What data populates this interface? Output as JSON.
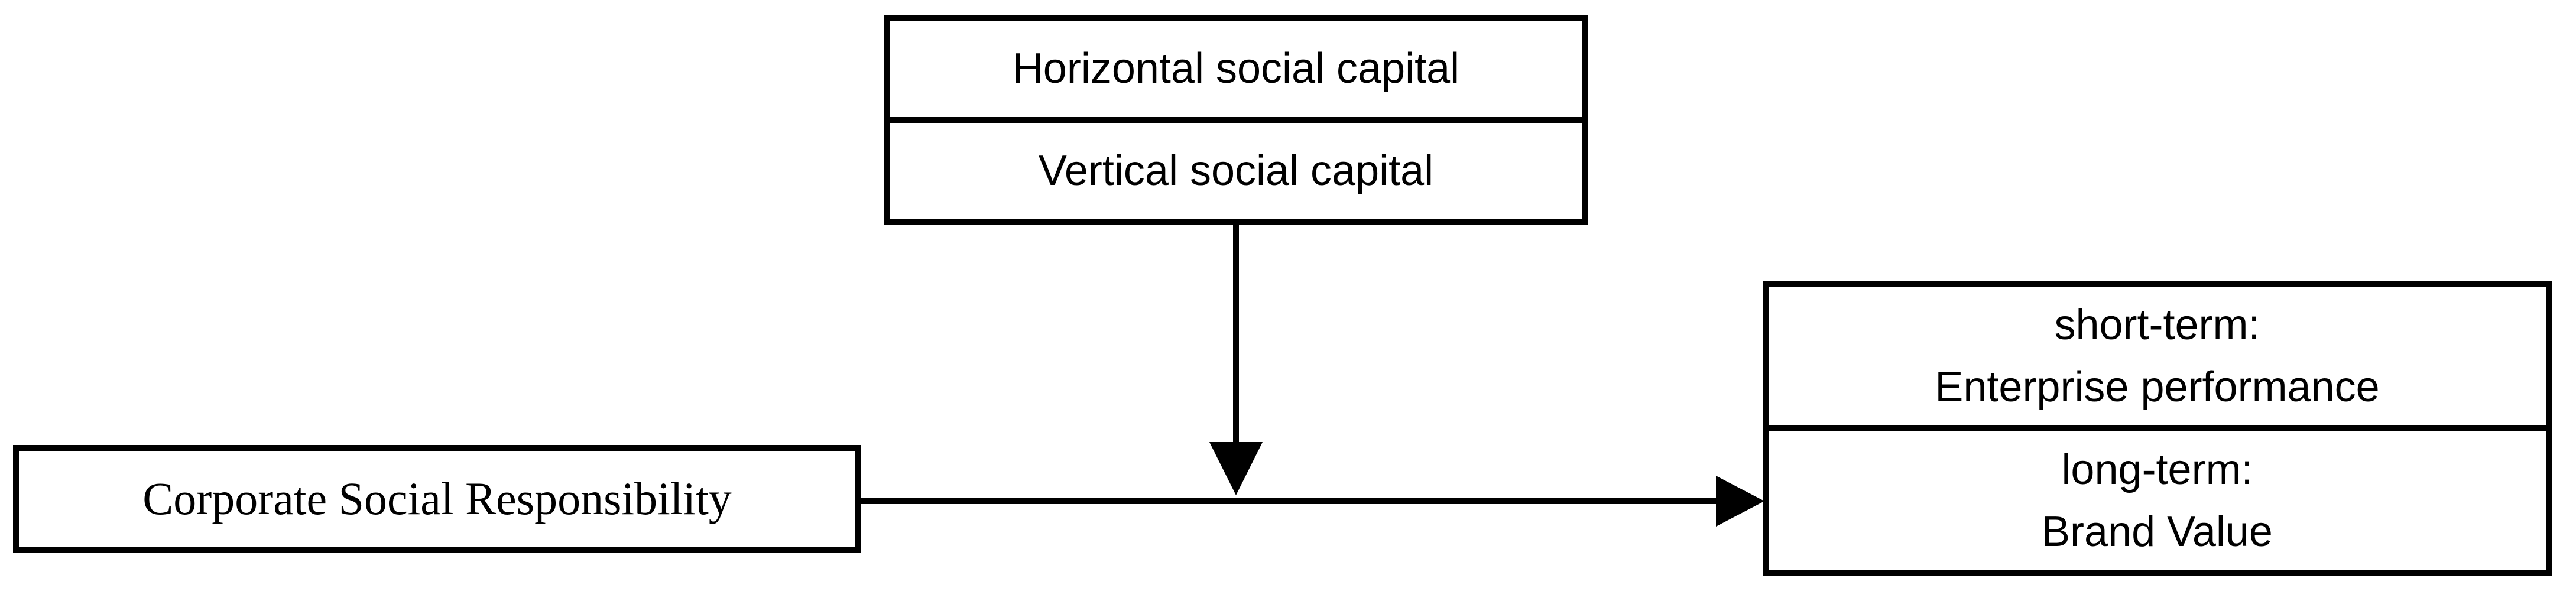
{
  "diagram": {
    "moderator_box": {
      "rows": [
        {
          "label": "Horizontal social capital"
        },
        {
          "label": "Vertical social capital"
        }
      ]
    },
    "csr_box": {
      "label": "Corporate Social Responsibility"
    },
    "outcome_box": {
      "rows": [
        {
          "term": "short-term:",
          "value": "Enterprise performance"
        },
        {
          "term": "long-term:",
          "value": "Brand Value"
        }
      ]
    },
    "colors": {
      "stroke": "#000000",
      "text": "#000000",
      "box_fill": "#ffffff",
      "background": "#ffffff"
    }
  }
}
